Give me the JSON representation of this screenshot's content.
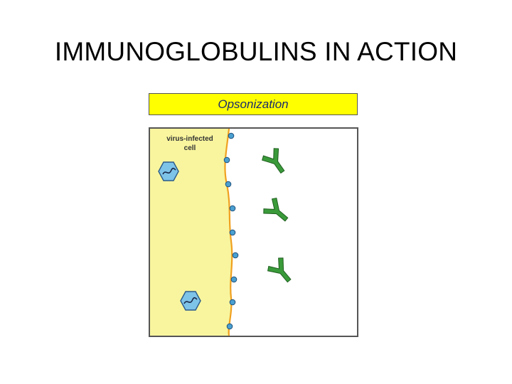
{
  "slide": {
    "title": "IMMUNOGLOBULINS IN ACTION"
  },
  "caption": {
    "text": "Opsonization"
  },
  "diagram": {
    "cell_label_line1": "virus-infected",
    "cell_label_line2": "cell",
    "colors": {
      "cell_fill": "#f8f59e",
      "membrane": "#f0a020",
      "antigen": "#4aa0d0",
      "virus": "#7ec3e8",
      "antibody": "#3a9a3a",
      "caption_fill": "#ffff00",
      "caption_text": "#1a2a6c"
    },
    "antigen_count": 9,
    "antibody_count": 3,
    "virus_count": 2
  }
}
